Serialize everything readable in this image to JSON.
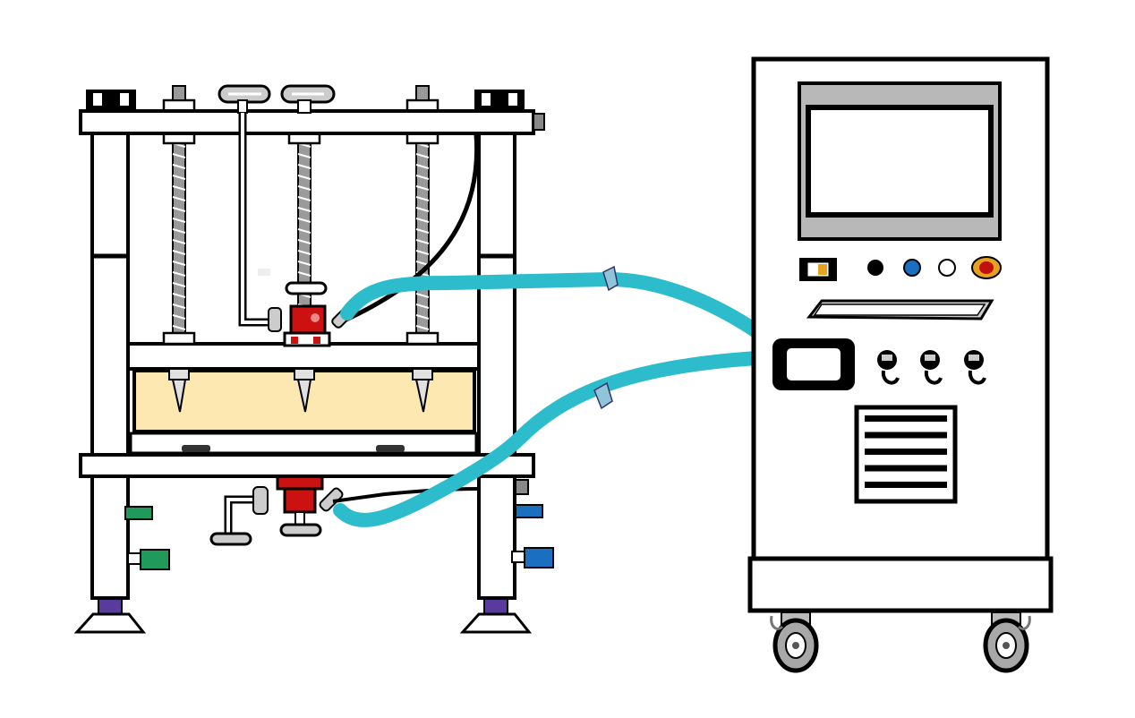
{
  "colors": {
    "outline": "#000000",
    "frame": "#ffffff",
    "sample_chamber": "#fde8b2",
    "hose": "#2dbccc",
    "hose_clip": "#8fc4d9",
    "valve": "#cc1111",
    "fitting_metal": "#d6d6d6",
    "screw_thread": "#9a9a9a",
    "inlet_port": "#1f9a5a",
    "outlet_port": "#1a6fc0",
    "leveling_foot": "#5b3a9e",
    "screen_bezel": "#b8b8b8",
    "button_blue": "#1a6fc0",
    "button_emergency": "#c01010",
    "button_emergency_ring": "#e8a020",
    "caster_wheel": "#a8a8a8"
  },
  "components": {
    "test_rig": {
      "icon": "rig-frame-icon"
    },
    "control_cabinet": {
      "display": {
        "icon": "touch-screen-icon"
      },
      "buttons": [
        "power-switch-icon",
        "black-button-icon",
        "blue-button-icon",
        "white-button-icon",
        "emergency-stop-icon"
      ],
      "handle": {
        "icon": "drawer-handle-icon"
      },
      "connector_ports": [
        "connector-port-icon",
        "connector-port-icon",
        "connector-port-icon"
      ],
      "vent": {
        "icon": "vent-grille-icon",
        "slats": 5
      },
      "casters": [
        "caster-wheel-icon",
        "caster-wheel-icon"
      ]
    },
    "hoses": [
      "upper-hose",
      "lower-hose"
    ]
  }
}
